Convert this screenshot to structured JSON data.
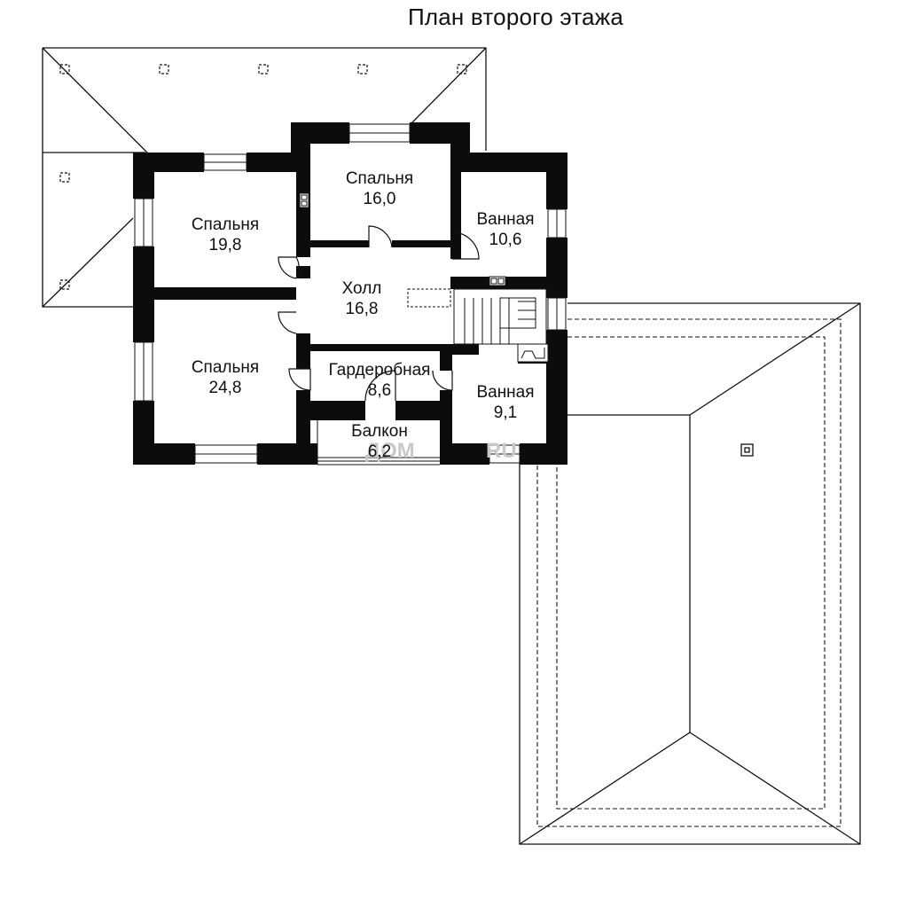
{
  "title": "План второго этажа",
  "watermark": "ДОМ",
  "watermark_suffix": "RU",
  "rooms": [
    {
      "id": "bedroom-1",
      "name": "Спальня",
      "area": "19,8"
    },
    {
      "id": "bedroom-2",
      "name": "Спальня",
      "area": "16,0"
    },
    {
      "id": "bathroom-1",
      "name": "Ванная",
      "area": "10,6"
    },
    {
      "id": "hall",
      "name": "Холл",
      "area": "16,8"
    },
    {
      "id": "bedroom-3",
      "name": "Спальня",
      "area": "24,8"
    },
    {
      "id": "wardrobe",
      "name": "Гардеробная",
      "area": "8,6"
    },
    {
      "id": "bathroom-2",
      "name": "Ванная",
      "area": "9,1"
    },
    {
      "id": "balcony",
      "name": "Балкон",
      "area": "6,2"
    }
  ]
}
